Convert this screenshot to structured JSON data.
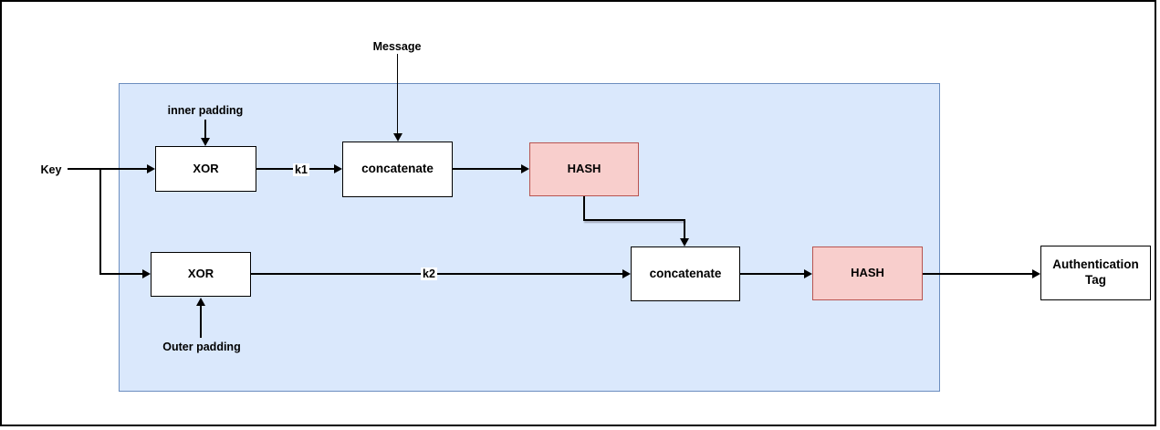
{
  "diagram_type": "flowchart",
  "labels": {
    "key": "Key",
    "message": "Message",
    "inner_padding": "inner padding",
    "outer_padding": "Outer padding",
    "k1": "k1",
    "k2": "k2"
  },
  "nodes": {
    "xor_inner": "XOR",
    "concatenate_inner": "concatenate",
    "hash_inner": "HASH",
    "xor_outer": "XOR",
    "concatenate_outer": "concatenate",
    "hash_outer": "HASH",
    "auth_tag": {
      "line1": "Authentication",
      "line2": "Tag"
    }
  },
  "colors": {
    "page_background": "#ffffff",
    "frame_stroke": "#000000",
    "container_fill": "#dae8fc",
    "container_stroke": "#6c8ebf",
    "box_fill": "#ffffff",
    "box_stroke": "#000000",
    "hash_fill": "#f8cecc",
    "hash_stroke": "#b85450",
    "connector": "#000000"
  },
  "connections": [
    {
      "from": "Key",
      "to": "XOR (inner)"
    },
    {
      "from": "inner padding",
      "to": "XOR (inner)"
    },
    {
      "from": "XOR (inner)",
      "to": "concatenate (inner)",
      "label": "k1"
    },
    {
      "from": "Message",
      "to": "concatenate (inner)"
    },
    {
      "from": "concatenate (inner)",
      "to": "HASH (inner)"
    },
    {
      "from": "HASH (inner)",
      "to": "concatenate (outer)"
    },
    {
      "from": "Key",
      "to": "XOR (outer)"
    },
    {
      "from": "Outer padding",
      "to": "XOR (outer)"
    },
    {
      "from": "XOR (outer)",
      "to": "concatenate (outer)",
      "label": "k2"
    },
    {
      "from": "concatenate (outer)",
      "to": "HASH (outer)"
    },
    {
      "from": "HASH (outer)",
      "to": "Authentication Tag"
    }
  ]
}
